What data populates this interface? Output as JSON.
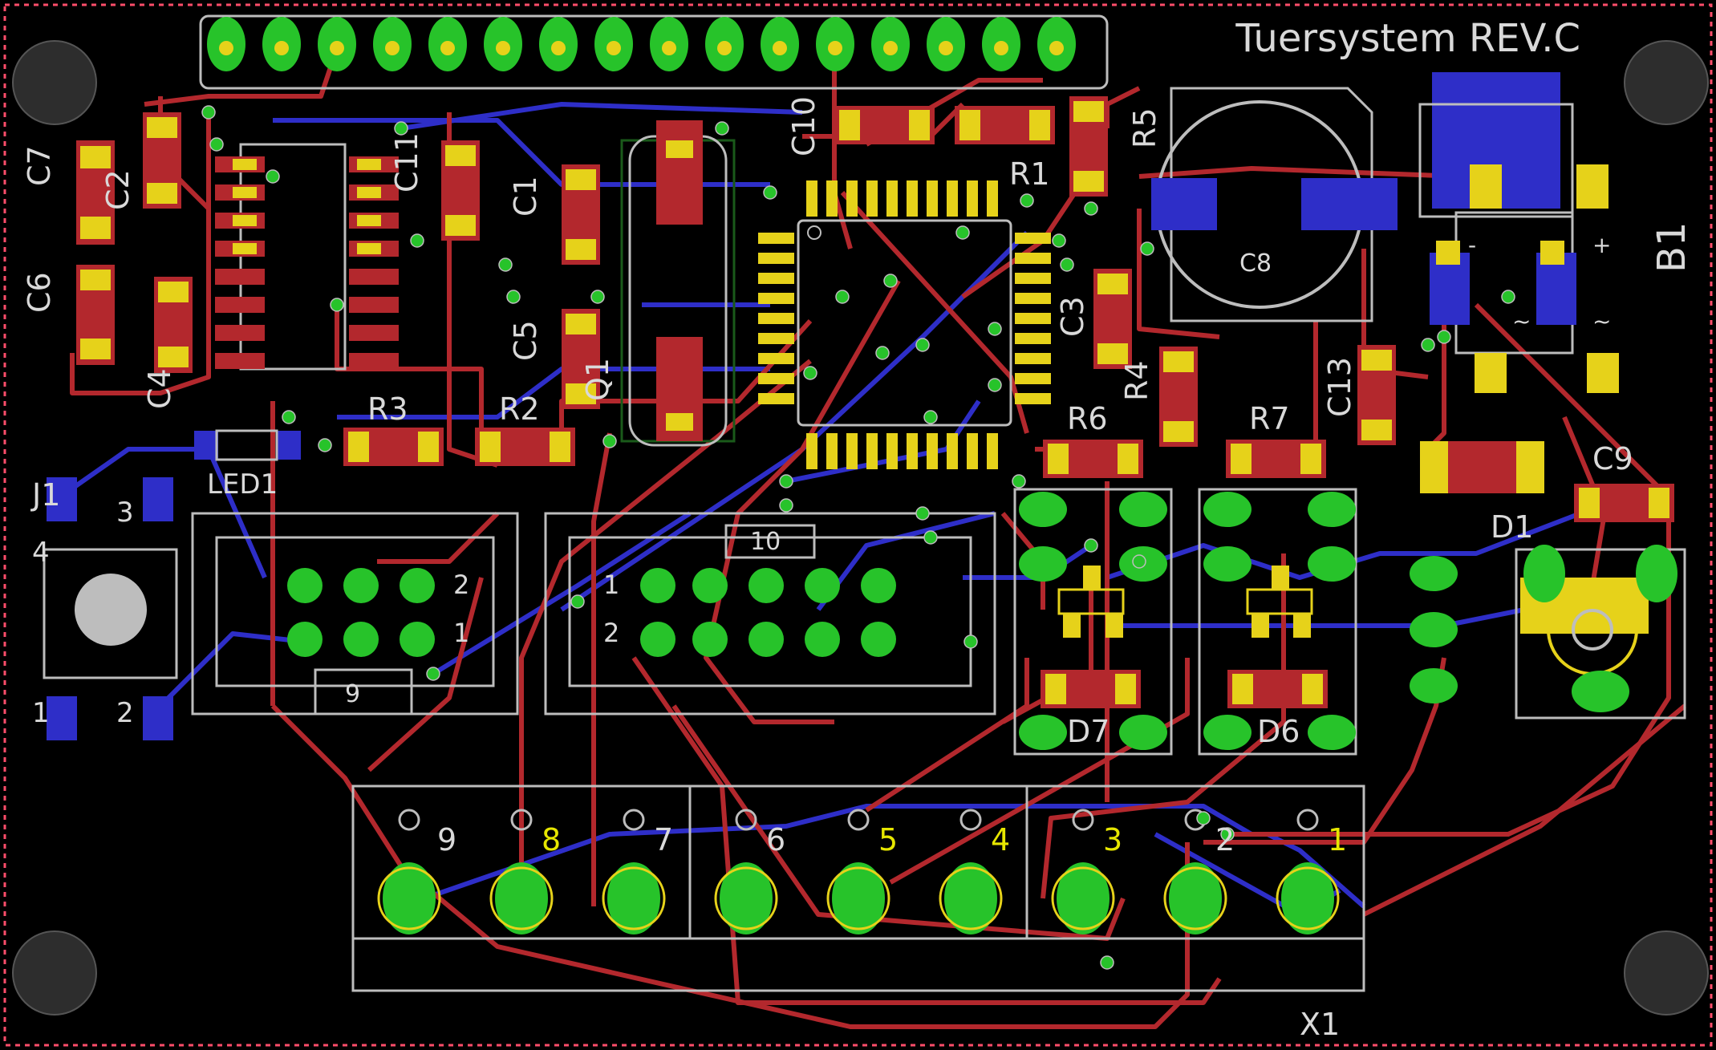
{
  "title": "Tuersystem REV.C",
  "colors": {
    "background": "#000000",
    "top_copper": "#b3282d",
    "bottom_copper": "#2e2ec8",
    "pad_green": "#27c32a",
    "smd_yellow": "#e6d21a",
    "silkscreen": "#bdbdbd",
    "outline": "#ff4d6a"
  },
  "labels": {
    "c7": "C7",
    "c2": "C2",
    "c6": "C6",
    "c4": "C4",
    "c11": "C11",
    "c1": "C1",
    "c5": "C5",
    "c10": "C10",
    "c3": "C3",
    "c8": "C8",
    "c13": "C13",
    "c9": "C9",
    "r1": "R1",
    "r2": "R2",
    "r3": "R3",
    "r4": "R4",
    "r5": "R5",
    "r6": "R6",
    "r7": "R7",
    "b1": "B1",
    "d1": "D1",
    "d6": "D6",
    "d7": "D7",
    "led1": "LED1",
    "q1": "Q1",
    "x1": "X1",
    "j1": "J1",
    "sw_1": "1",
    "sw_2": "2",
    "sw_3": "3",
    "sw_4": "4",
    "hdr_1": "1",
    "hdr_2": "2",
    "hdr_9": "9",
    "hdr_10": "10",
    "hdr2_1": "1",
    "hdr2_2": "2",
    "plus": "+",
    "minus": "-",
    "tilde": "~"
  },
  "terminal_numbers": [
    "9",
    "8",
    "7",
    "6",
    "5",
    "4",
    "3",
    "2",
    "1"
  ]
}
